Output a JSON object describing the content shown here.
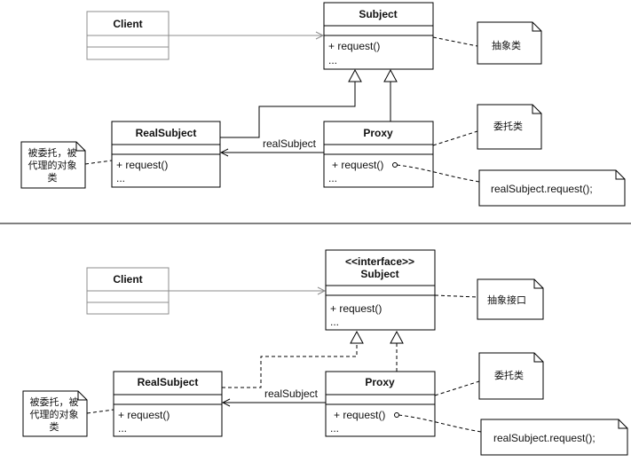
{
  "top": {
    "client": {
      "name": "Client"
    },
    "subject": {
      "name": "Subject",
      "method": "+ request()",
      "more": "..."
    },
    "real_subject": {
      "name": "RealSubject",
      "method": "+ request()",
      "more": "..."
    },
    "proxy": {
      "name": "Proxy",
      "method": "+ request()",
      "more": "..."
    },
    "assoc_label": "realSubject",
    "note_abstract": "抽象类",
    "note_delegate": "委托类",
    "note_delegated_line1": "被委托，被",
    "note_delegated_line2": "代理的对象",
    "note_delegated_line3": "类",
    "note_code": "realSubject.request();"
  },
  "bottom": {
    "client": {
      "name": "Client"
    },
    "subject": {
      "stereotype": "<<interface>>",
      "name": "Subject",
      "method": "+ request()",
      "more": "..."
    },
    "real_subject": {
      "name": "RealSubject",
      "method": "+ request()",
      "more": "..."
    },
    "proxy": {
      "name": "Proxy",
      "method": "+ request()",
      "more": "..."
    },
    "assoc_label": "realSubject",
    "note_interface": "抽象接口",
    "note_delegate": "委托类",
    "note_delegated_line1": "被委托，被",
    "note_delegated_line2": "代理的对象",
    "note_delegated_line3": "类",
    "note_code": "realSubject.request();"
  }
}
